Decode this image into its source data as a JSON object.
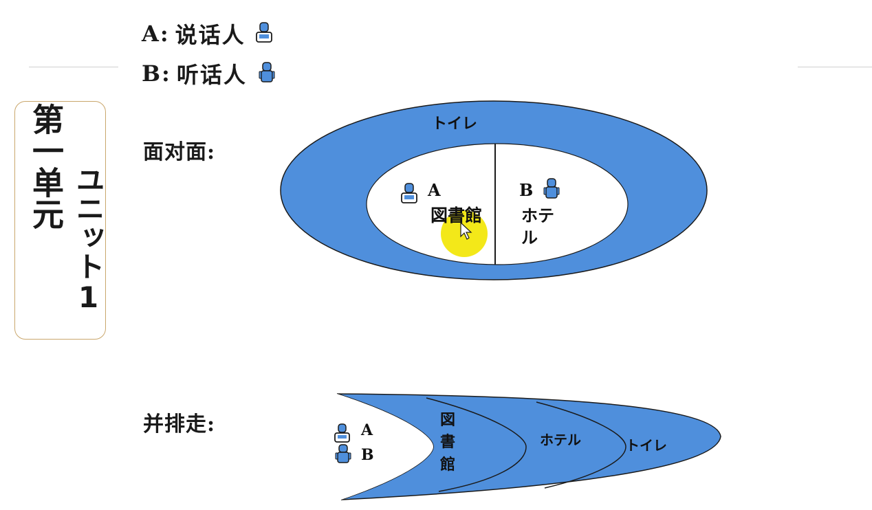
{
  "legend": {
    "speaker": {
      "key": "A:",
      "label": "说话人",
      "icon": "speaker-person-icon"
    },
    "listener": {
      "key": "B:",
      "label": "听话人",
      "icon": "listener-person-icon"
    }
  },
  "unit": {
    "chinese": "第一单元",
    "japanese": "ユニット1"
  },
  "face_to_face": {
    "label": "面对面:",
    "outer": "トイレ",
    "a_label": "A",
    "a_place": "図書館",
    "b_label": "B",
    "b_place_line1": "ホテ",
    "b_place_line2": "ル"
  },
  "side_by_side": {
    "label": "并排走:",
    "a_label": "A",
    "b_label": "B",
    "zone1_chars": [
      "図",
      "書",
      "館"
    ],
    "zone2": "ホテル",
    "zone3": "トイレ"
  },
  "colors": {
    "fill_blue": "#4f8fdc",
    "highlight_yellow": "#f2e600",
    "stroke": "#1a1a1a"
  }
}
